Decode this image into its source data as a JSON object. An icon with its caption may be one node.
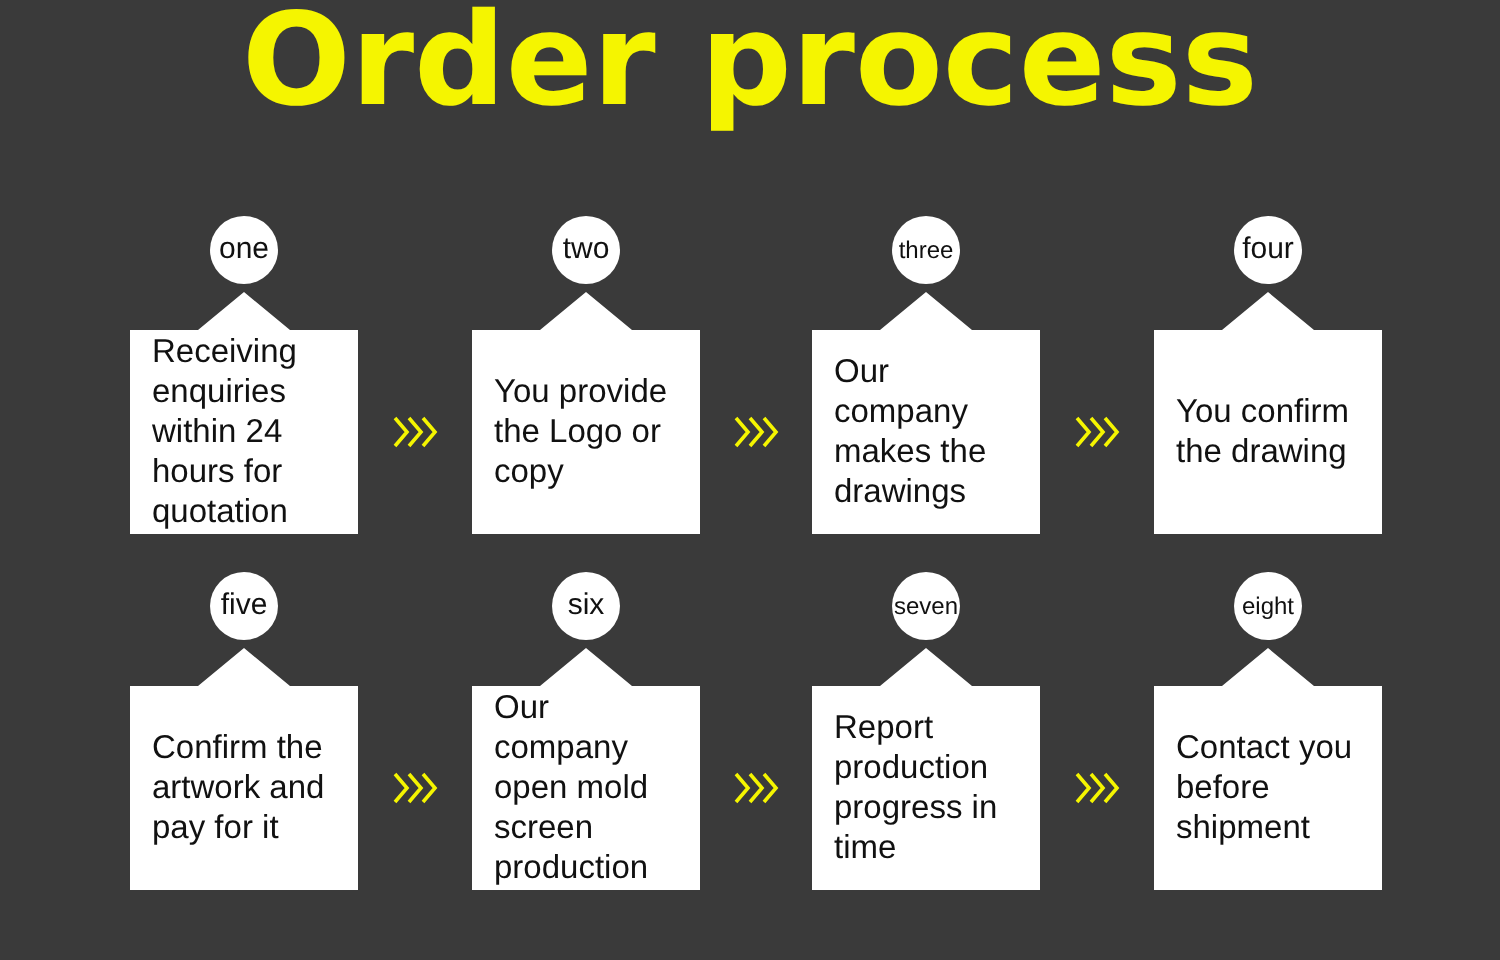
{
  "diagram": {
    "title": "Order process",
    "nodes": [
      {
        "text": [
          "one",
          "Receiving enquiries within 24 hours for quotation"
        ]
      },
      {
        "text": [
          "two",
          "You provide the Logo or copy"
        ]
      },
      {
        "text": [
          "three",
          "Our company makes the drawings"
        ]
      },
      {
        "text": [
          "four",
          "You confirm the drawing"
        ]
      },
      {
        "text": [
          "five",
          "Confirm the artwork and pay for it"
        ]
      },
      {
        "text": [
          "six",
          "Our company open mold screen production"
        ]
      },
      {
        "text": [
          "seven",
          "Report production progress in time"
        ]
      },
      {
        "text": [
          "eight",
          "Contact you before shipment"
        ]
      }
    ],
    "edges": [
      {
        "from": 0,
        "to": 1,
        "arrow": "to"
      },
      {
        "from": 1,
        "to": 2,
        "arrow": "to"
      },
      {
        "from": 2,
        "to": 3,
        "arrow": "to"
      },
      {
        "from": 4,
        "to": 5,
        "arrow": "to"
      },
      {
        "from": 5,
        "to": 6,
        "arrow": "to"
      },
      {
        "from": 6,
        "to": 7,
        "arrow": "to"
      }
    ]
  }
}
